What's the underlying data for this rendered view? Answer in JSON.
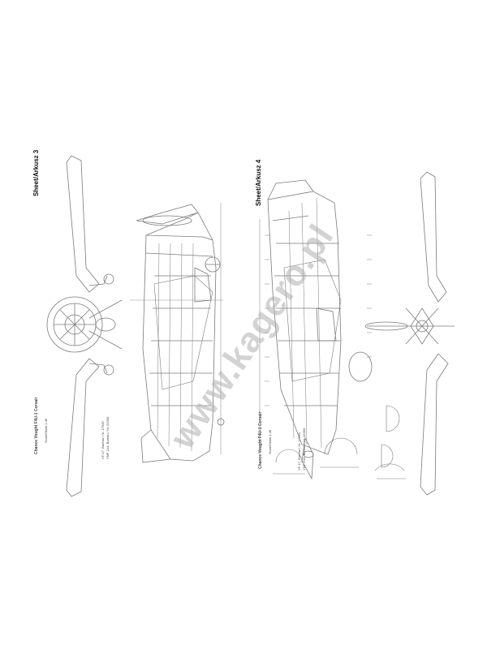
{
  "pages": [
    {
      "label": "Sheet/Arkusz 3",
      "footer_title": "Chance Vought F4U-1 Corsair",
      "footer_sub": "Scale/Skala 1:48",
      "unit_notes": [
        "VF-17, Bureau / Nr. 17649",
        "VMF-214, Bureau / Nr. 02350"
      ]
    },
    {
      "label": "Sheet/Arkusz 4",
      "footer_title": "Chance Vought F4U-1 Corsair",
      "footer_sub": "Scale/Skala 1:48",
      "unit_notes": [
        "VF-17, Bureau / Nr. 17649",
        "VMF-214, Bureau / Nr. 02350"
      ]
    }
  ],
  "watermark": "www.kagero.pl",
  "colors": {
    "line": "#7a7a7a",
    "watermark": "#b0b0b0"
  }
}
